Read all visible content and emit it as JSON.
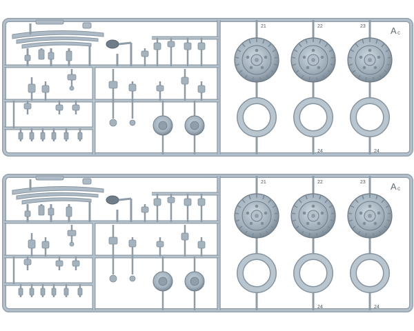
{
  "sprues": [
    {
      "id": "sprue-top",
      "corner_letter": "A",
      "corner_suffix": "c",
      "wheel_numbers": [
        "21",
        "22",
        "23"
      ],
      "ring_numbers": [
        "",
        "24",
        "24"
      ]
    },
    {
      "id": "sprue-bottom",
      "corner_letter": "A",
      "corner_suffix": "c",
      "wheel_numbers": [
        "21",
        "22",
        "23"
      ],
      "ring_numbers": [
        "",
        "24",
        "24"
      ]
    }
  ],
  "colors": {
    "plastic": "#a9b7c3",
    "plastic_dark": "#7f8d99",
    "plastic_light": "#c6d1da",
    "background": "#ffffff"
  }
}
